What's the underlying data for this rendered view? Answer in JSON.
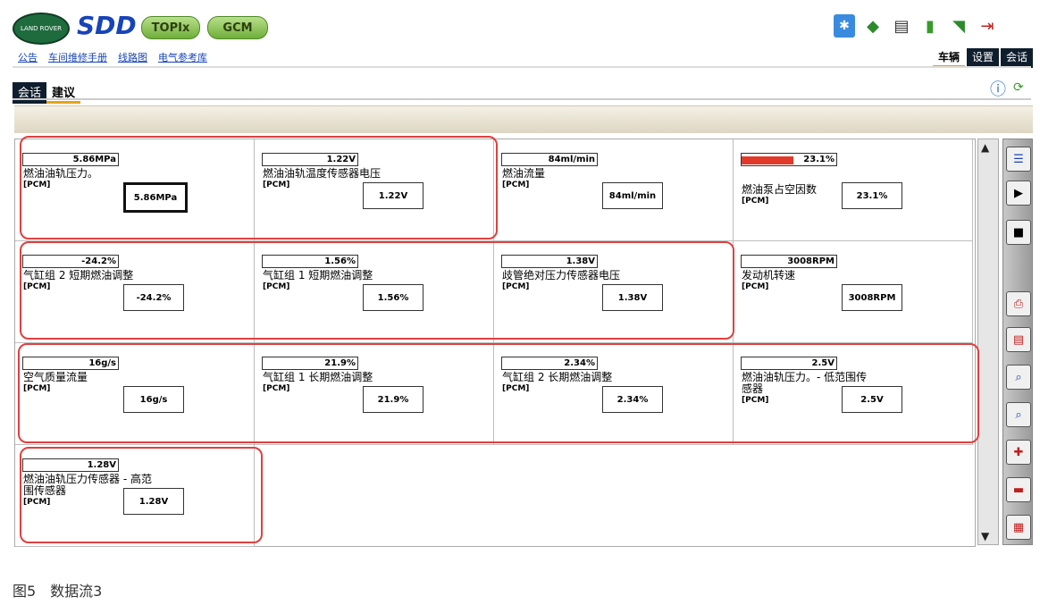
{
  "header": {
    "logo_text": "LAND ROVER",
    "app_name": "SDD",
    "pill_topix": "TOPIx",
    "pill_gcm": "GCM",
    "nav": [
      "公告",
      "车间维修手册",
      "线路图",
      "电气参考库"
    ],
    "tabs": [
      "车辆",
      "设置",
      "会话"
    ],
    "toolbar_icons": [
      "bluetooth-icon",
      "usb-icon",
      "battery-icon",
      "book-icon",
      "signal-icon",
      "exit-door-icon"
    ]
  },
  "subtabs": [
    "会话",
    "建议"
  ],
  "cells": [
    {
      "name": "fuel-rail-pressure",
      "small": "5.86MPa",
      "label": "燃油油轨压力。",
      "unit": "[PCM]",
      "value": "5.86MPa",
      "bar": 0,
      "bold": true
    },
    {
      "name": "fuel-rail-temp-sensor-voltage",
      "small": "1.22V",
      "label": "燃油油轨温度传感器电压",
      "unit": "[PCM]",
      "value": "1.22V",
      "bar": 0
    },
    {
      "name": "fuel-flow",
      "small": "84ml/min",
      "label": "燃油流量",
      "unit": "[PCM]",
      "value": "84ml/min",
      "bar": 0
    },
    {
      "name": "fuel-pump-duty-cycle",
      "small": "23.1%",
      "label": "燃油泵占空因数",
      "unit": "[PCM]",
      "value": "23.1%",
      "bar": 0.55
    },
    {
      "name": "bank2-short-term-fuel-trim",
      "small": "-24.2%",
      "label": "气缸组 2 短期燃油调整",
      "unit": "[PCM]",
      "value": "-24.2%",
      "bar": 0
    },
    {
      "name": "bank1-short-term-fuel-trim",
      "small": "1.56%",
      "label": "气缸组 1 短期燃油调整",
      "unit": "[PCM]",
      "value": "1.56%",
      "bar": 0
    },
    {
      "name": "manifold-absolute-pressure-voltage",
      "small": "1.38V",
      "label": "歧管绝对压力传感器电压",
      "unit": "[PCM]",
      "value": "1.38V",
      "bar": 0
    },
    {
      "name": "engine-speed",
      "small": "3008RPM",
      "label": "发动机转速",
      "unit": "[PCM]",
      "value": "3008RPM",
      "bar": 0
    },
    {
      "name": "mass-air-flow",
      "small": "16g/s",
      "label": "空气质量流量",
      "unit": "[PCM]",
      "value": "16g/s",
      "bar": 0
    },
    {
      "name": "bank1-long-term-fuel-trim",
      "small": "21.9%",
      "label": "气缸组 1 长期燃油调整",
      "unit": "[PCM]",
      "value": "21.9%",
      "bar": 0
    },
    {
      "name": "bank2-long-term-fuel-trim",
      "small": "2.34%",
      "label": "气缸组 2 长期燃油调整",
      "unit": "[PCM]",
      "value": "2.34%",
      "bar": 0
    },
    {
      "name": "fuel-rail-pressure-low-range-sensor",
      "small": "2.5V",
      "label": "燃油油轨压力。- 低范围传感器",
      "unit": "[PCM]",
      "value": "2.5V",
      "bar": 0
    },
    {
      "name": "fuel-rail-pressure-high-range-sensor",
      "small": "1.28V",
      "label": "燃油油轨压力传感器 - 高范围传感器",
      "unit": "[PCM]",
      "value": "1.28V",
      "bar": 0
    }
  ],
  "caption": "图5　数据流3"
}
